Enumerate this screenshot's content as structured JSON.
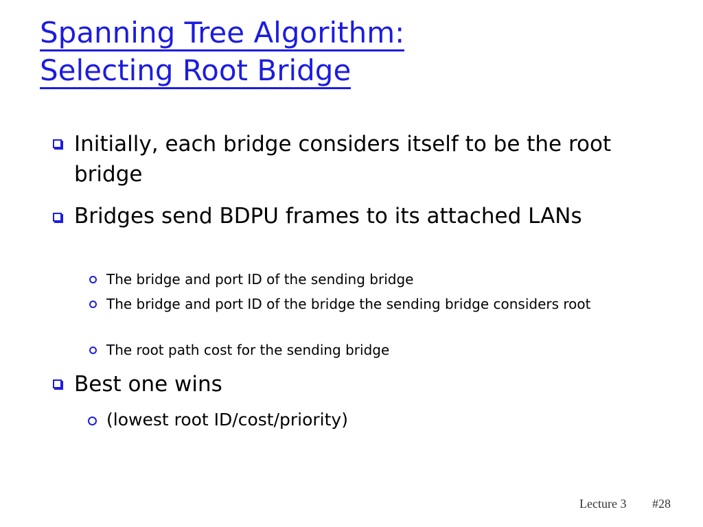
{
  "slide": {
    "title_line1": "Spanning Tree Algorithm:",
    "title_line2": "Selecting Root Bridge",
    "bullets": [
      {
        "text": "Initially, each bridge considers itself to be the root bridge"
      },
      {
        "text": "Bridges send BDPU frames to its attached LANs",
        "subs": [
          "The bridge and port ID of the sending bridge",
          "The bridge and port ID of the bridge the sending bridge considers root",
          "The root path cost for the sending bridge"
        ]
      },
      {
        "text": "Best one wins",
        "subs": [
          "(lowest root ID/cost/priority)"
        ]
      }
    ],
    "footer": {
      "lecture": "Lecture 3",
      "page": "#28"
    }
  }
}
